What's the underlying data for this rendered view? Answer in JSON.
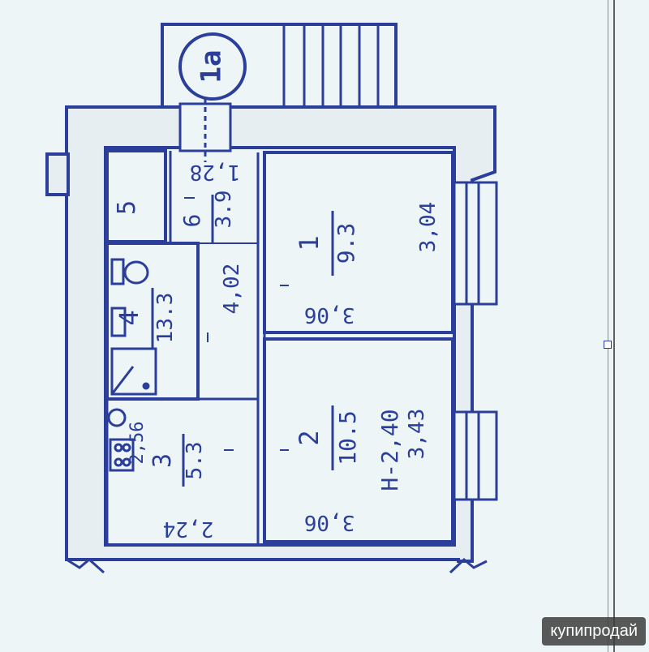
{
  "colors": {
    "background": "#eef5f7",
    "ink": "#2a3e9a",
    "fill": "#eef5f7"
  },
  "plan": {
    "entrance_marker": "1a",
    "rooms": [
      {
        "number": "1",
        "area": "9.3"
      },
      {
        "number": "2",
        "area": "10.5"
      },
      {
        "number": "3",
        "area": "5.3"
      },
      {
        "number": "4",
        "area": "13.3"
      },
      {
        "number": "5",
        "area": ""
      },
      {
        "number": "6",
        "area": "3.9"
      }
    ],
    "dimensions": {
      "d_1_28": "1,28",
      "d_3_04": "3,04",
      "d_3_06_top": "3,06",
      "d_4_02": "4,02",
      "d_3_43": "3,43",
      "d_height": "H-2,40",
      "d_3_06_bottom": "3,06",
      "d_2_24": "2,24",
      "d_2_56": "2,56"
    }
  },
  "watermark": "купипродай"
}
